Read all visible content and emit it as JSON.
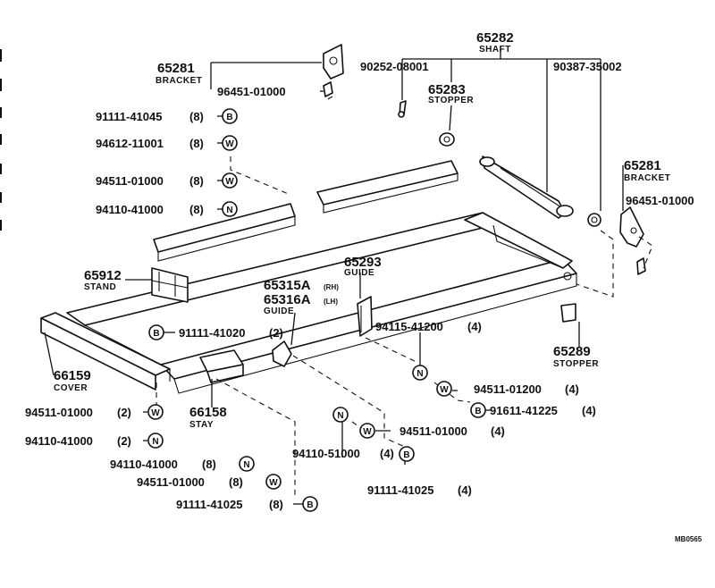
{
  "labels": {
    "shaft_no": "65282",
    "shaft_name": "SHAFT",
    "pin_no": "90252-08001",
    "shaft_part_no": "90387-35002",
    "stopper_top_no": "65283",
    "stopper_top_name": "STOPPER",
    "bracket_left_no": "65281",
    "bracket_left_name": "BRACKET",
    "bracket_left_sub": "96451-01000",
    "bracket_right_no": "65281",
    "bracket_right_name": "BRACKET",
    "bracket_right_sub": "96451-01000",
    "b1": "91111-41045",
    "b1_qty": "(8)",
    "w1": "94612-11001",
    "w1_qty": "(8)",
    "w2": "94511-01000",
    "w2_qty": "(8)",
    "n1": "94110-41000",
    "n1_qty": "(8)",
    "stand_no": "65912",
    "stand_name": "STAND",
    "guide_top_no": "65293",
    "guide_top_name": "GUIDE",
    "guide_rh_no": "65315A",
    "guide_rh_tag": "(RH)",
    "guide_lh_no": "65316A",
    "guide_lh_tag": "(LH)",
    "guide_name": "GUIDE",
    "b2": "91111-41020",
    "b2_qty": "(2)",
    "n2": "94115-41200",
    "n2_qty": "(4)",
    "stopper_bot_no": "65289",
    "stopper_bot_name": "STOPPER",
    "cover_no": "66159",
    "cover_name": "COVER",
    "w3": "94511-01200",
    "w3_qty": "(4)",
    "b3": "91611-41225",
    "b3_qty": "(4)",
    "w4": "94511-01000",
    "w4_qty": "(2)",
    "stay_no": "66158",
    "stay_name": "STAY",
    "n3": "94110-41000",
    "n3_qty": "(2)",
    "w5": "94511-01000",
    "w5_qty": "(4)",
    "n4": "94110-51000",
    "n4_qty": "(4)",
    "n5": "94110-41000",
    "n5_qty": "(8)",
    "w6": "94511-01000",
    "w6_qty": "(8)",
    "b4": "91111-41025",
    "b4_qty": "(4)",
    "b5": "91111-41025",
    "b5_qty": "(8)",
    "figure_code": "MB0565"
  },
  "symbols": {
    "bolt": "B",
    "washer": "W",
    "nut": "N"
  }
}
